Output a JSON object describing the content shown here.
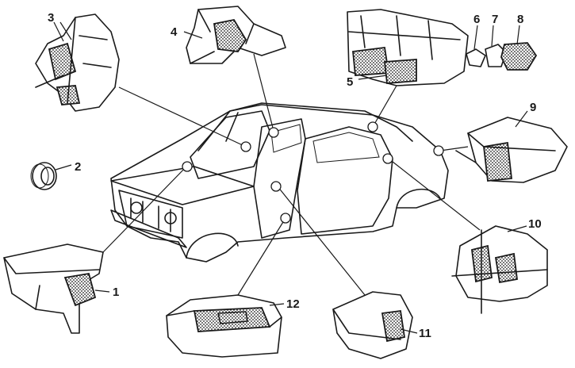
{
  "figure": {
    "callouts": [
      {
        "id": "c1",
        "text": "1"
      },
      {
        "id": "c2",
        "text": "2"
      },
      {
        "id": "c3",
        "text": "3"
      },
      {
        "id": "c4",
        "text": "4"
      },
      {
        "id": "c5",
        "text": "5"
      },
      {
        "id": "c6",
        "text": "6"
      },
      {
        "id": "c7",
        "text": "7"
      },
      {
        "id": "c8",
        "text": "8"
      },
      {
        "id": "c9",
        "text": "9"
      },
      {
        "id": "c10",
        "text": "10"
      },
      {
        "id": "c11",
        "text": "11"
      },
      {
        "id": "c12",
        "text": "12"
      }
    ]
  },
  "colors": {
    "ink": "#1a1a1a",
    "background": "#ffffff"
  }
}
